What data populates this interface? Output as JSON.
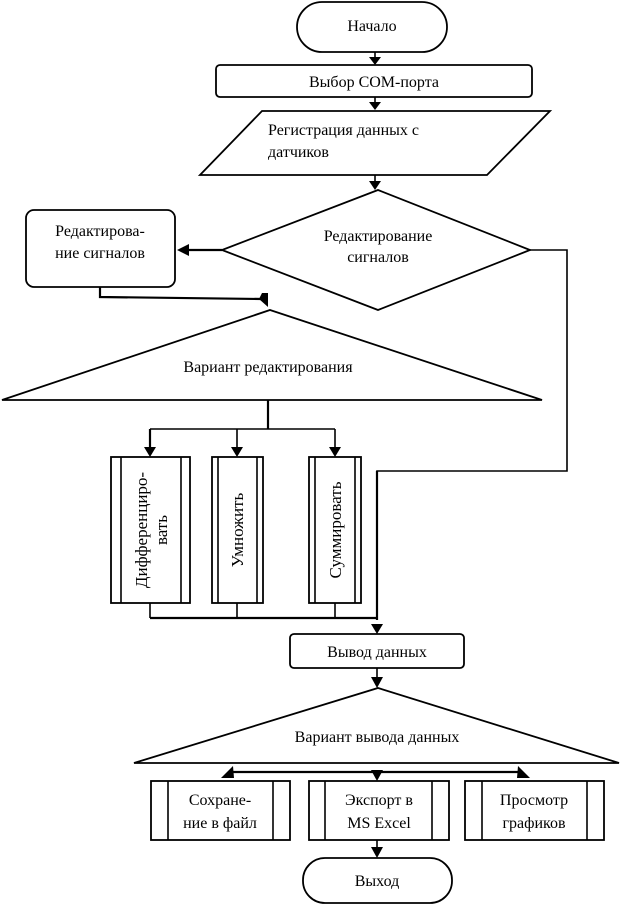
{
  "diagram": {
    "type": "flowchart",
    "language": "ru",
    "nodes": {
      "start": {
        "kind": "terminal",
        "lines": [
          "Начало"
        ]
      },
      "select_port": {
        "kind": "process",
        "lines": [
          "Выбор COM-порта"
        ]
      },
      "register": {
        "kind": "io",
        "lines": [
          "Регистрация данных с",
          "датчиков"
        ]
      },
      "edit_decision": {
        "kind": "decision",
        "lines": [
          "Редактирование",
          "сигналов"
        ]
      },
      "edit_signals": {
        "kind": "process",
        "lines": [
          "Редактирова-",
          "ние сигналов"
        ]
      },
      "edit_variant": {
        "kind": "selection",
        "lines": [
          "Вариант редактирования"
        ]
      },
      "differentiate": {
        "kind": "predefined",
        "lines": [
          "Дифференциро-",
          "вать"
        ]
      },
      "multiply": {
        "kind": "predefined",
        "lines": [
          "Умножить"
        ]
      },
      "sum": {
        "kind": "predefined",
        "lines": [
          "Суммировать"
        ]
      },
      "output": {
        "kind": "process",
        "lines": [
          "Вывод данных"
        ]
      },
      "output_variant": {
        "kind": "selection",
        "lines": [
          "Вариант вывода данных"
        ]
      },
      "save_file": {
        "kind": "predefined",
        "lines": [
          "Сохране-",
          "ние в файл"
        ]
      },
      "export_excel": {
        "kind": "predefined",
        "lines": [
          "Экспорт в",
          "MS Excel"
        ]
      },
      "view_graphs": {
        "kind": "predefined",
        "lines": [
          "Просмотр",
          "графиков"
        ]
      },
      "exit": {
        "kind": "terminal",
        "lines": [
          "Выход"
        ]
      }
    },
    "edges": [
      [
        "start",
        "select_port"
      ],
      [
        "select_port",
        "register"
      ],
      [
        "register",
        "edit_decision"
      ],
      [
        "edit_decision",
        "edit_signals"
      ],
      [
        "edit_decision",
        "output"
      ],
      [
        "edit_signals",
        "edit_variant"
      ],
      [
        "edit_variant",
        "differentiate"
      ],
      [
        "edit_variant",
        "multiply"
      ],
      [
        "edit_variant",
        "sum"
      ],
      [
        "differentiate",
        "output"
      ],
      [
        "multiply",
        "output"
      ],
      [
        "sum",
        "output"
      ],
      [
        "output",
        "output_variant"
      ],
      [
        "output_variant",
        "save_file"
      ],
      [
        "output_variant",
        "export_excel"
      ],
      [
        "output_variant",
        "view_graphs"
      ],
      [
        "export_excel",
        "exit"
      ]
    ]
  }
}
